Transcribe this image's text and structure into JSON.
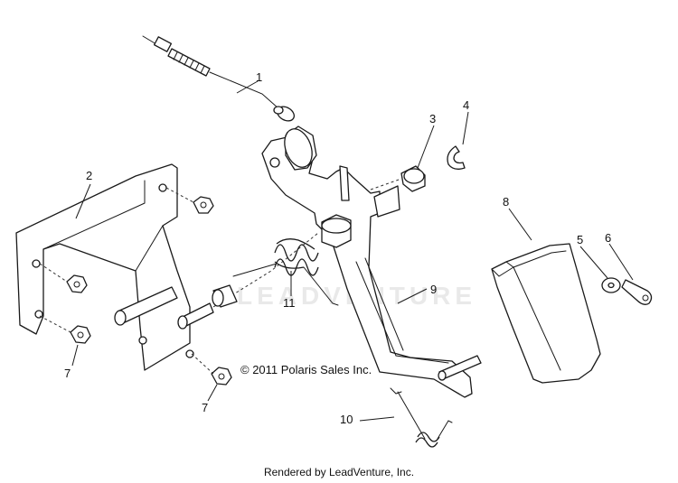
{
  "watermark_text": "LEADVENTURE",
  "copyright": "© 2011 Polaris Sales Inc.",
  "rendered_by": "Rendered by LeadVenture, Inc.",
  "callouts": [
    "1",
    "2",
    "3",
    "4",
    "5",
    "6",
    "7",
    "7",
    "8",
    "9",
    "10",
    "11"
  ]
}
